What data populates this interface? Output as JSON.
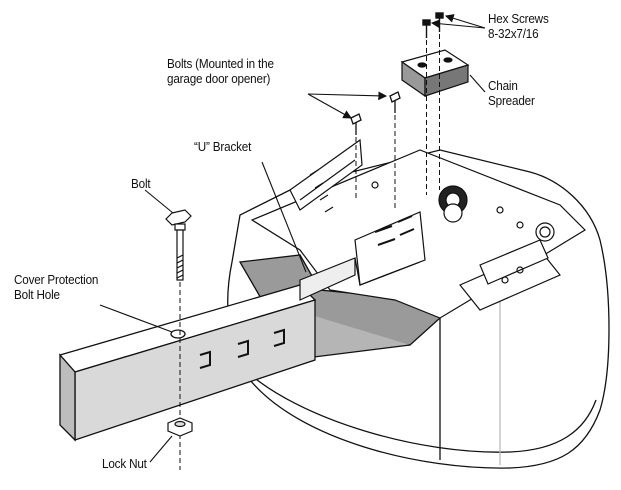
{
  "labels": {
    "hex_screws": "Hex Screws\n8-32x7/16",
    "bolts_mounted": "Bolts (Mounted in the\ngarage door opener)",
    "chain_spreader": "Chain\nSpreader",
    "u_bracket": "“U” Bracket",
    "bolt": "Bolt",
    "cover_protection": "Cover Protection\nBolt Hole",
    "lock_nut": "Lock Nut"
  }
}
